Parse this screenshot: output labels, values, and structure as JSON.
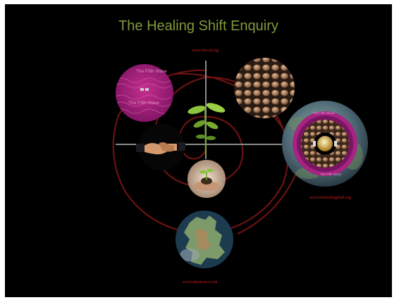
{
  "page": {
    "title": "The Healing Shift Enquiry",
    "accent": "#7f9a3c",
    "link_color": "#d11a1a",
    "background": "#000000"
  },
  "links": {
    "top": "www.thewd.org",
    "right": "www.thehealingshift.org",
    "bottom": "www.alternow.co.uk"
  },
  "images": {
    "fifth_wave": {
      "label": "The Fifth Wave",
      "icon": "fifth-wave-image"
    },
    "stones": {
      "icon": "pebbles-image"
    },
    "handshake": {
      "icon": "handshake-image"
    },
    "seedling": {
      "icon": "seedling-image"
    },
    "hands_plant": {
      "icon": "hands-seedling-image"
    },
    "mandala": {
      "label": "The Fifth Wave",
      "icon": "mandala-image"
    },
    "scotland": {
      "icon": "scotland-map-image"
    }
  }
}
